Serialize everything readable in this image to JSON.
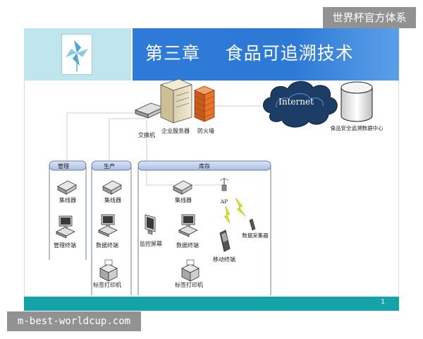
{
  "watermark": {
    "top": "世界杯官方体系",
    "bottom": "m-best-worldcup.com"
  },
  "slide": {
    "title": "第三章    食品可追溯技术",
    "page_number": "1"
  },
  "diagram": {
    "top": {
      "switch": "交换机",
      "server": "企业服务器",
      "firewall": "防火墙",
      "internet": "Internet",
      "datacenter": "食品安全追溯数据中心"
    },
    "groups": {
      "management": {
        "title": "管理",
        "hub": "集线器",
        "terminal": "管理终端"
      },
      "production": {
        "title": "生产",
        "hub": "集线器",
        "terminal": "数据终端",
        "printer": "标签打印机"
      },
      "warehouse": {
        "title": "库存",
        "hub": "集线器",
        "ap": "AP",
        "monitor": "监控屏幕",
        "terminal": "数据终端",
        "printer": "标签打印机",
        "mobile": "移动终端",
        "collector": "数据采集器"
      }
    },
    "colors": {
      "group_header": "#b8c9ea",
      "group_border": "#6d7f9c",
      "firewall": "#e8742a",
      "internet_cloud": "#1c3d66",
      "lightning": "#e6e800"
    }
  }
}
